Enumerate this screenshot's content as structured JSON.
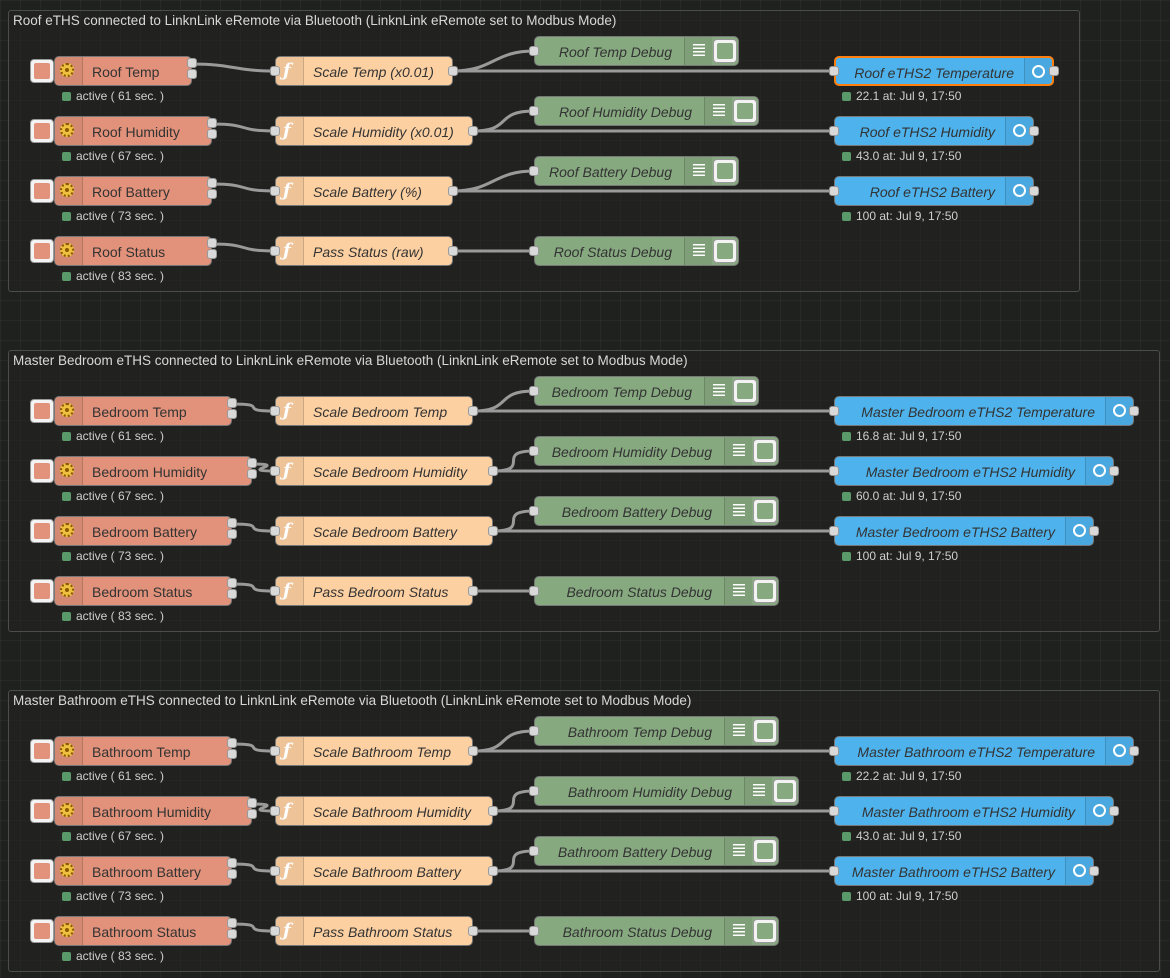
{
  "groups": [
    {
      "title": "Roof eTHS connected to LinknLink eRemote via Bluetooth (LinknLink eRemote set to Modbus Mode)",
      "rows": [
        {
          "inject": "Roof Temp",
          "inject_status": "active ( 61 sec. )",
          "function": "Scale Temp (x0.01)",
          "debug": "Roof Temp Debug",
          "dashboard": "Roof eTHS2 Temperature",
          "dashboard_status": "22.1 at: Jul 9, 17:50",
          "selected": true
        },
        {
          "inject": "Roof Humidity",
          "inject_status": "active ( 67 sec. )",
          "function": "Scale Humidity (x0.01)",
          "debug": "Roof Humidity Debug",
          "dashboard": "Roof eTHS2 Humidity",
          "dashboard_status": "43.0 at: Jul 9, 17:50"
        },
        {
          "inject": "Roof Battery",
          "inject_status": "active ( 73 sec. )",
          "function": "Scale Battery (%)",
          "debug": "Roof Battery Debug",
          "dashboard": "Roof eTHS2 Battery",
          "dashboard_status": "100 at: Jul 9, 17:50"
        },
        {
          "inject": "Roof Status",
          "inject_status": "active ( 83 sec. )",
          "function": "Pass Status (raw)",
          "debug": "Roof Status Debug"
        }
      ]
    },
    {
      "title": "Master Bedroom eTHS connected to LinknLink eRemote via Bluetooth (LinknLink eRemote set to Modbus Mode)",
      "rows": [
        {
          "inject": "Bedroom Temp",
          "inject_status": "active ( 61 sec. )",
          "function": "Scale Bedroom Temp",
          "debug": "Bedroom Temp Debug",
          "dashboard": "Master Bedroom eTHS2 Temperature",
          "dashboard_status": "16.8 at: Jul 9, 17:50"
        },
        {
          "inject": "Bedroom Humidity",
          "inject_status": "active ( 67 sec. )",
          "function": "Scale Bedroom Humidity",
          "debug": "Bedroom Humidity Debug",
          "dashboard": "Master Bedroom eTHS2 Humidity",
          "dashboard_status": "60.0 at: Jul 9, 17:50"
        },
        {
          "inject": "Bedroom Battery",
          "inject_status": "active ( 73 sec. )",
          "function": "Scale Bedroom Battery",
          "debug": "Bedroom Battery Debug",
          "dashboard": "Master Bedroom eTHS2 Battery",
          "dashboard_status": "100 at: Jul 9, 17:50"
        },
        {
          "inject": "Bedroom Status",
          "inject_status": "active ( 83 sec. )",
          "function": "Pass Bedroom Status",
          "debug": "Bedroom Status Debug"
        }
      ]
    },
    {
      "title": "Master Bathroom eTHS connected to LinknLink eRemote via Bluetooth (LinknLink eRemote set to Modbus Mode)",
      "rows": [
        {
          "inject": "Bathroom Temp",
          "inject_status": "active ( 61 sec. )",
          "function": "Scale Bathroom Temp",
          "debug": "Bathroom Temp Debug",
          "dashboard": "Master Bathroom eTHS2 Temperature",
          "dashboard_status": "22.2 at: Jul 9, 17:50"
        },
        {
          "inject": "Bathroom Humidity",
          "inject_status": "active ( 67 sec. )",
          "function": "Scale Bathroom Humidity",
          "debug": "Bathroom Humidity Debug",
          "dashboard": "Master Bathroom eTHS2 Humidity",
          "dashboard_status": "43.0 at: Jul 9, 17:50"
        },
        {
          "inject": "Bathroom Battery",
          "inject_status": "active ( 73 sec. )",
          "function": "Scale Bathroom Battery",
          "debug": "Bathroom Battery Debug",
          "dashboard": "Master Bathroom eTHS2 Battery",
          "dashboard_status": "100 at: Jul 9, 17:50"
        },
        {
          "inject": "Bathroom Status",
          "inject_status": "active ( 83 sec. )",
          "function": "Pass Bathroom Status",
          "debug": "Bathroom Status Debug"
        }
      ]
    }
  ],
  "icons": {
    "inject": "inject-icon",
    "function": "function-icon",
    "debug": "debug-icon",
    "dashboard": "dashboard-text-icon"
  },
  "colors": {
    "inject": "#e2927a",
    "function": "#fdd0a2",
    "debug": "#87a980",
    "dashboard": "#4eb3ed",
    "selected": "#ff7f0e",
    "status_dot": "#5a9a6a"
  }
}
